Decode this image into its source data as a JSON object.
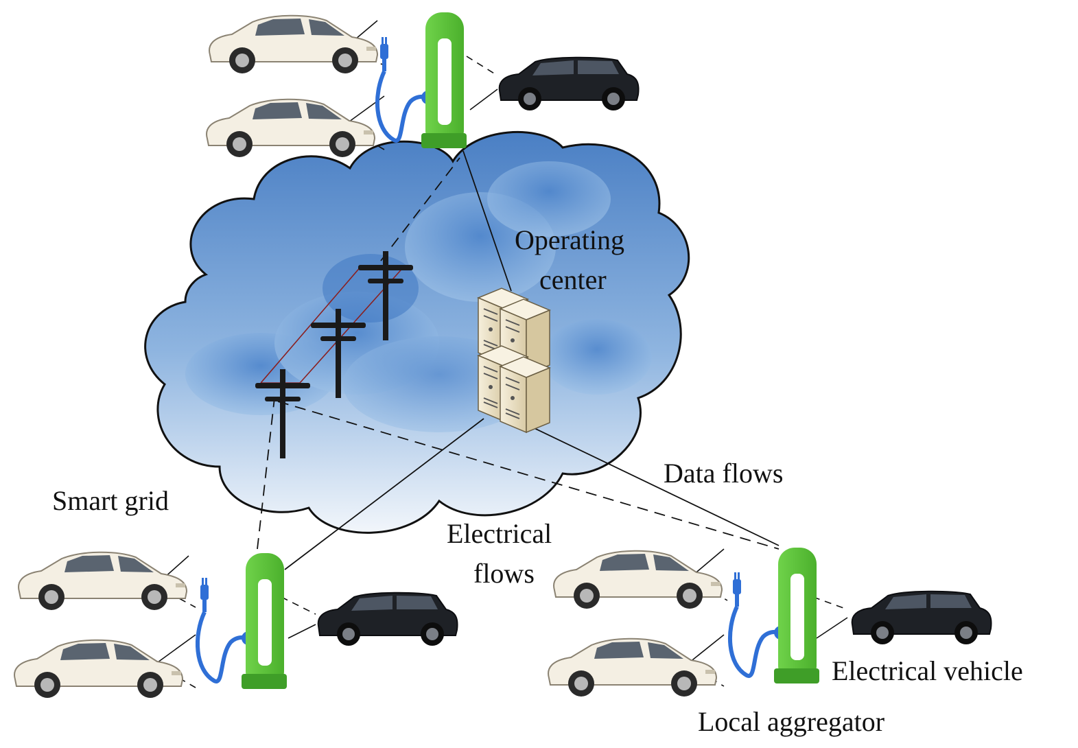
{
  "labels": {
    "operating_center_line1": "Operating",
    "operating_center_line2": "center",
    "smart_grid": "Smart grid",
    "data_flows": "Data flows",
    "electrical_flows_line1": "Electrical",
    "electrical_flows_line2": "flows",
    "electrical_vehicle": "Electrical vehicle",
    "local_aggregator": "Local aggregator"
  },
  "colors": {
    "station_green": "#5cc43a",
    "station_green_dark": "#3f9e28",
    "plug_blue": "#2f6fd6",
    "cloud_blue": "#5b8ed0",
    "cloud_light": "#eef4fb",
    "white_car": "#f4efe3",
    "black_car": "#1e2126",
    "server_beige": "#efe6cf",
    "grid_line_red": "#8a1f1f"
  },
  "icons": [
    "charging-station-icon",
    "plug-icon",
    "white-car-icon",
    "black-suv-icon",
    "server-icon",
    "utility-pole-icon",
    "cloud-icon"
  ]
}
